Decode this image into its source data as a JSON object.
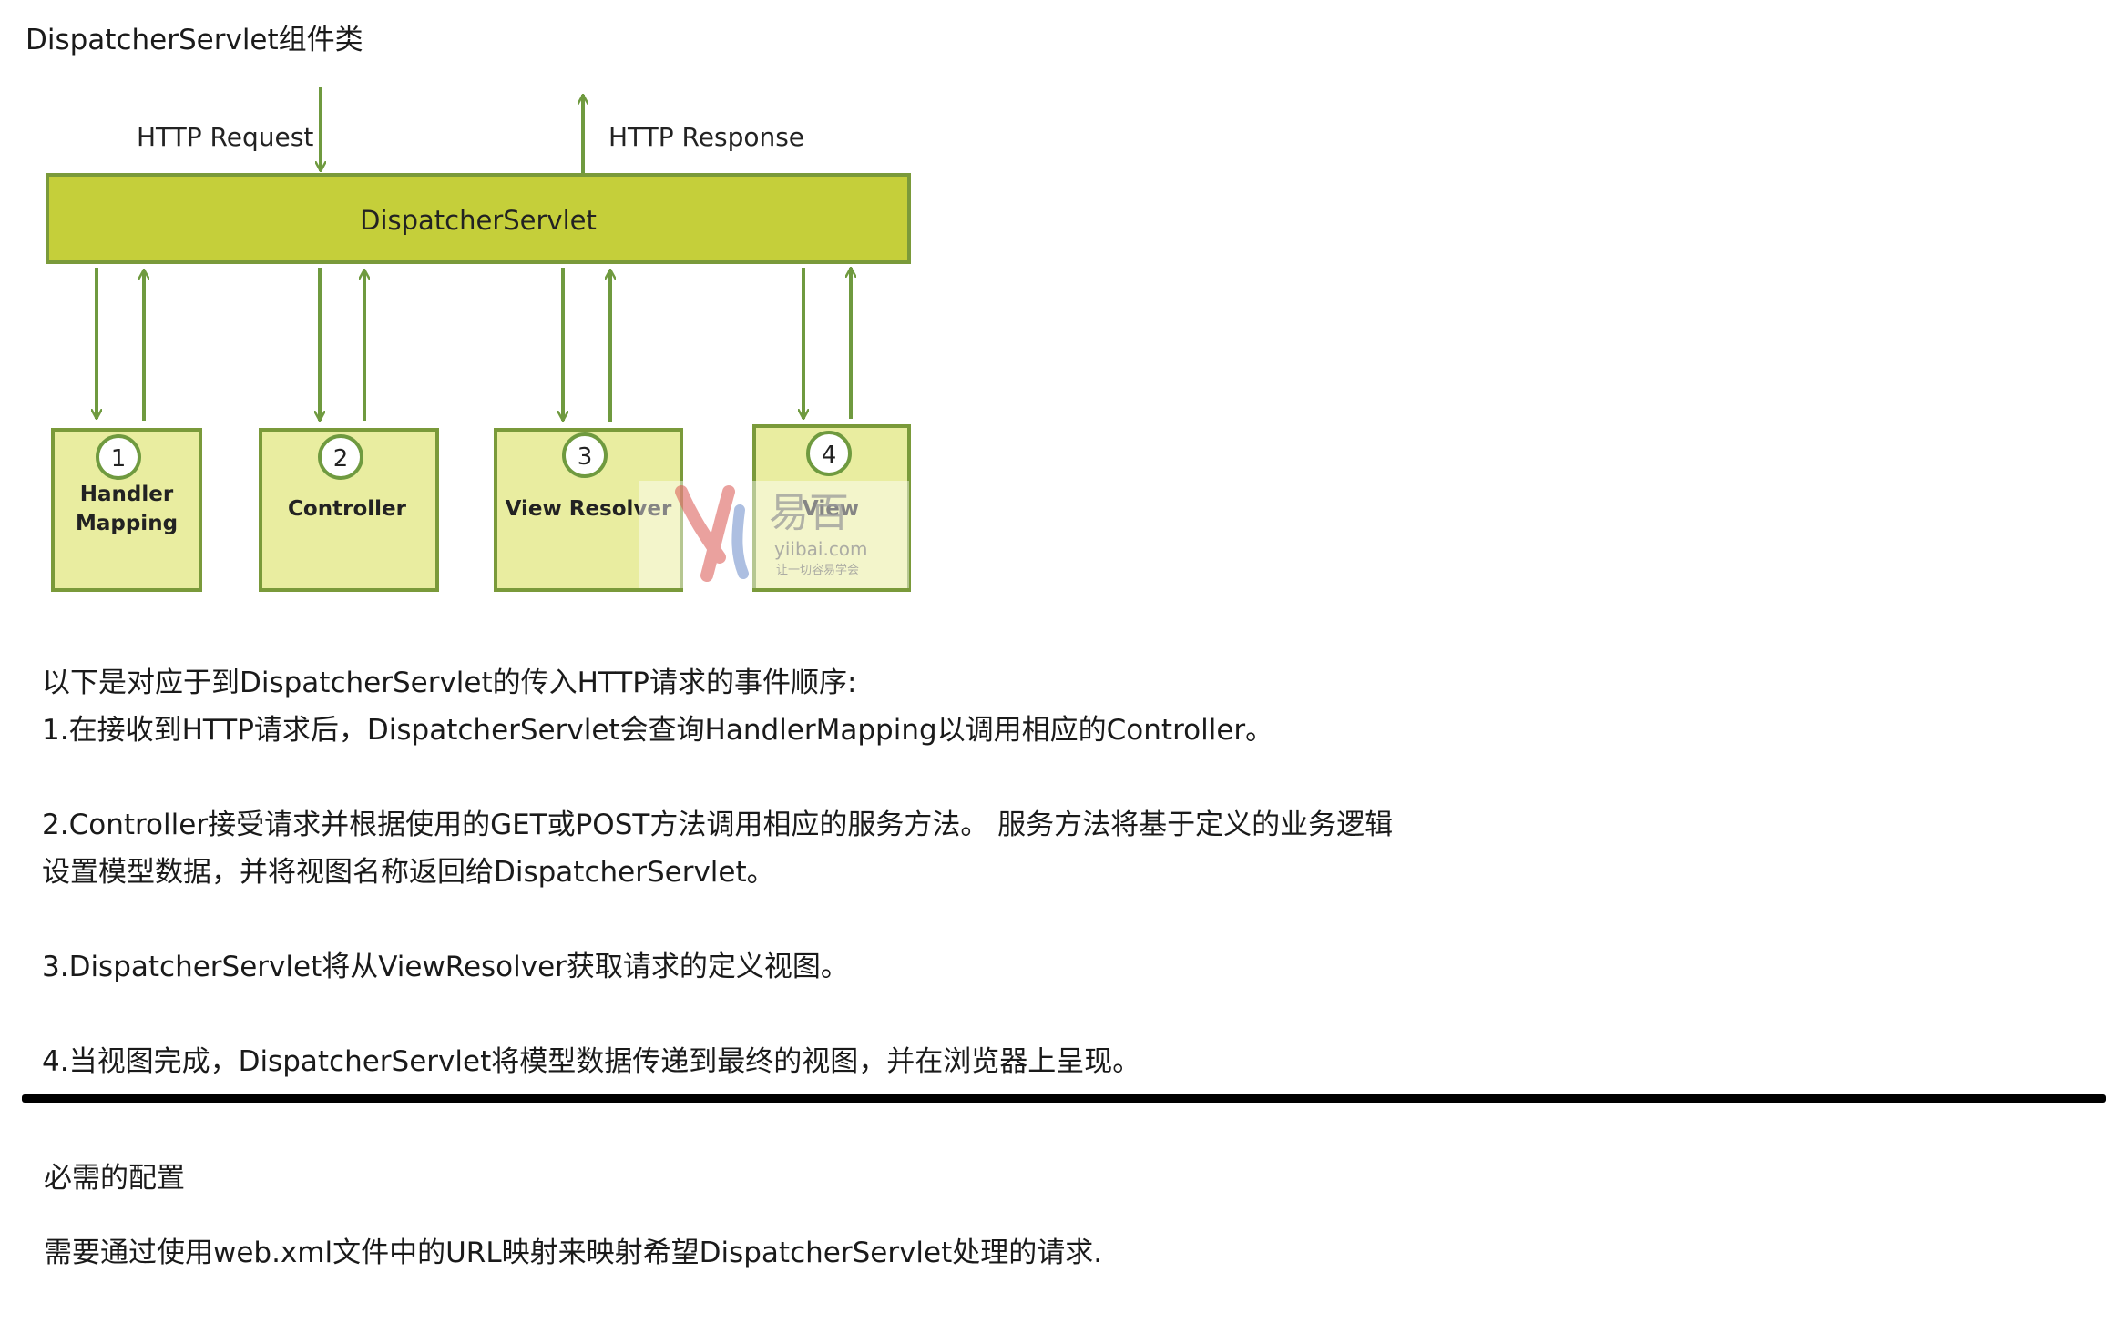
{
  "page": {
    "title": "DispatcherServlet组件类"
  },
  "diagram": {
    "http_request": "HTTP Request",
    "http_response": "HTTP Response",
    "dispatcher": "DispatcherServlet",
    "components": [
      {
        "num": "1",
        "line1": "Handler",
        "line2": "Mapping"
      },
      {
        "num": "2",
        "line1": "Controller",
        "line2": ""
      },
      {
        "num": "3",
        "line1": "View Resolver",
        "line2": ""
      },
      {
        "num": "4",
        "line1": "View",
        "line2": ""
      }
    ],
    "watermark": {
      "brand": "易百",
      "url": "yiibai.com",
      "slogan": "让一切容易学会"
    },
    "colors": {
      "main_fill": "#c5cf3a",
      "border": "#7a9a3a",
      "box_fill": "#e9eda0",
      "arrow": "#6f9a3f"
    }
  },
  "text": {
    "intro": "以下是对应于到DispatcherServlet的传入HTTP请求的事件顺序:",
    "step1": "1.在接收到HTTP请求后，DispatcherServlet会查询HandlerMapping以调用相应的Controller。",
    "step2a": "2.Controller接受请求并根据使用的GET或POST方法调用相应的服务方法。 服务方法将基于定义的业务逻辑",
    "step2b": "设置模型数据，并将视图名称返回给DispatcherServlet。",
    "step3": "3.DispatcherServlet将从ViewResolver获取请求的定义视图。",
    "step4": "4.当视图完成，DispatcherServlet将模型数据传递到最终的视图，并在浏览器上呈现。",
    "config_heading": "必需的配置",
    "config_text": "需要通过使用web.xml文件中的URL映射来映射希望DispatcherServlet处理的请求."
  }
}
